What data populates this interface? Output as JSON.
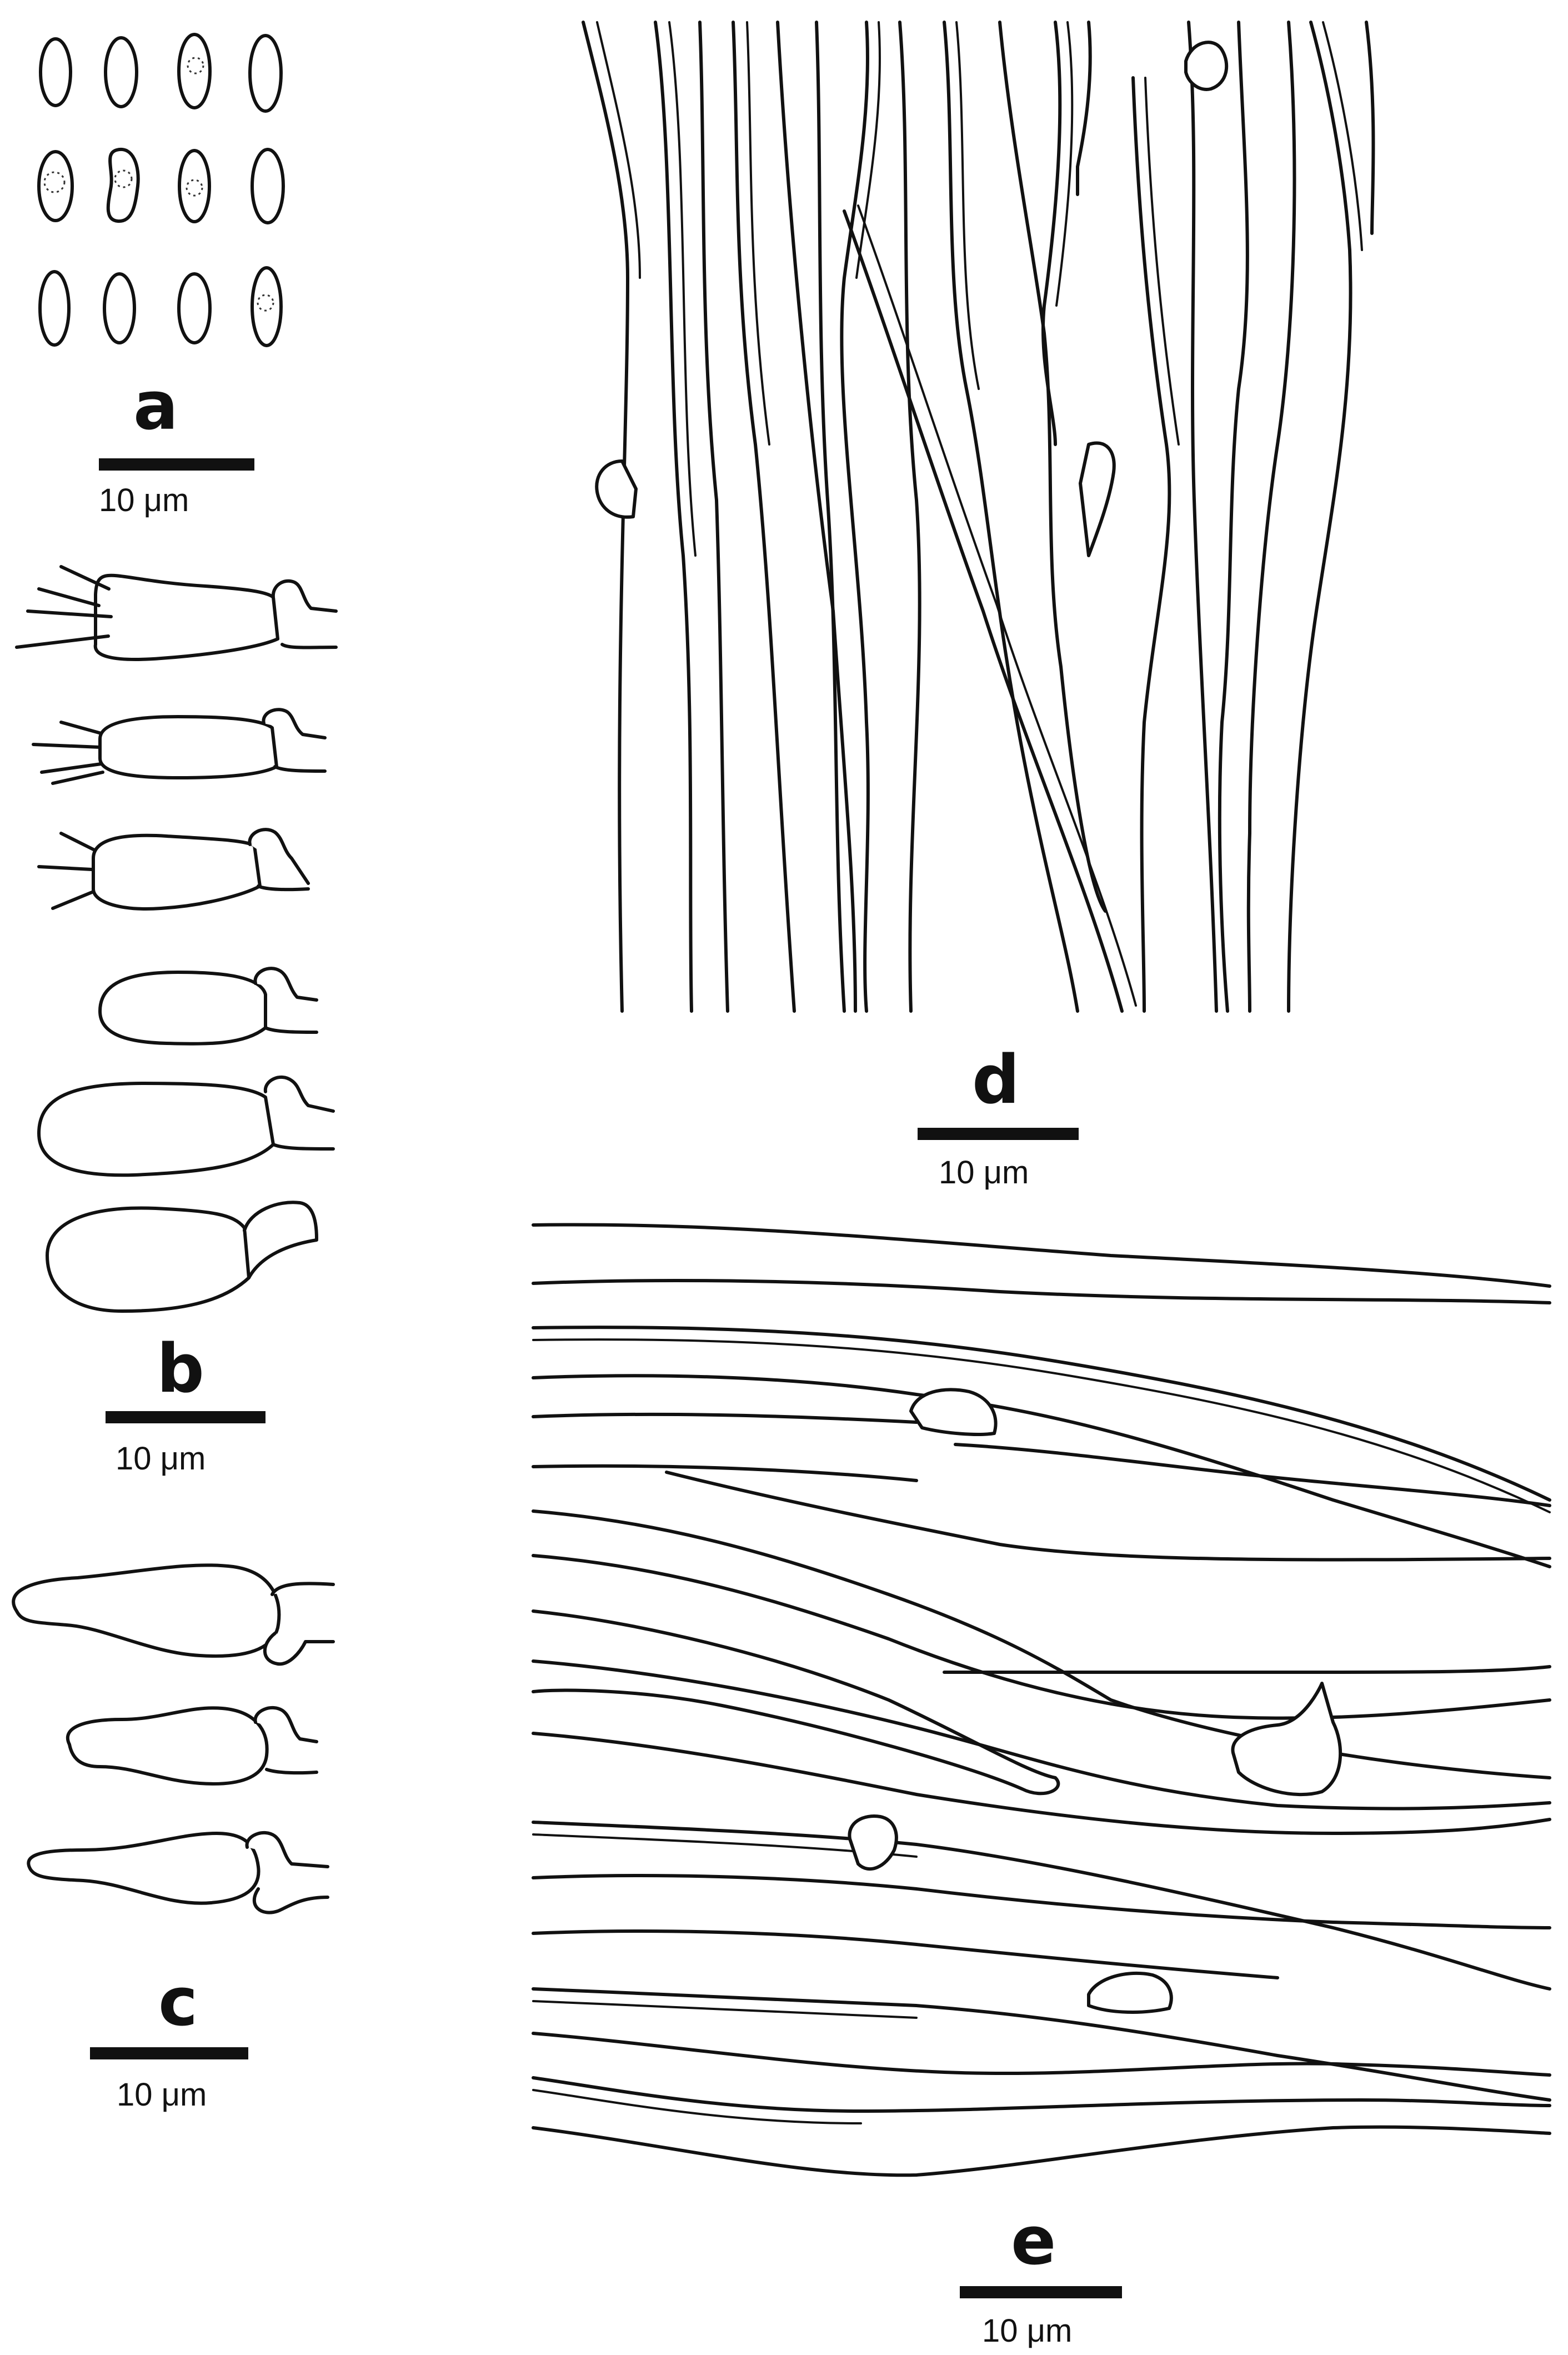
{
  "panels": [
    {
      "id": "a",
      "label": "a",
      "scale": "10 μm"
    },
    {
      "id": "b",
      "label": "b",
      "scale": "10 μm"
    },
    {
      "id": "c",
      "label": "c",
      "scale": "10 μm"
    },
    {
      "id": "d",
      "label": "d",
      "scale": "10 μm"
    },
    {
      "id": "e",
      "label": "e",
      "scale": "10 μm"
    }
  ],
  "colors": {
    "ink": "#111111",
    "background": "#ffffff"
  }
}
